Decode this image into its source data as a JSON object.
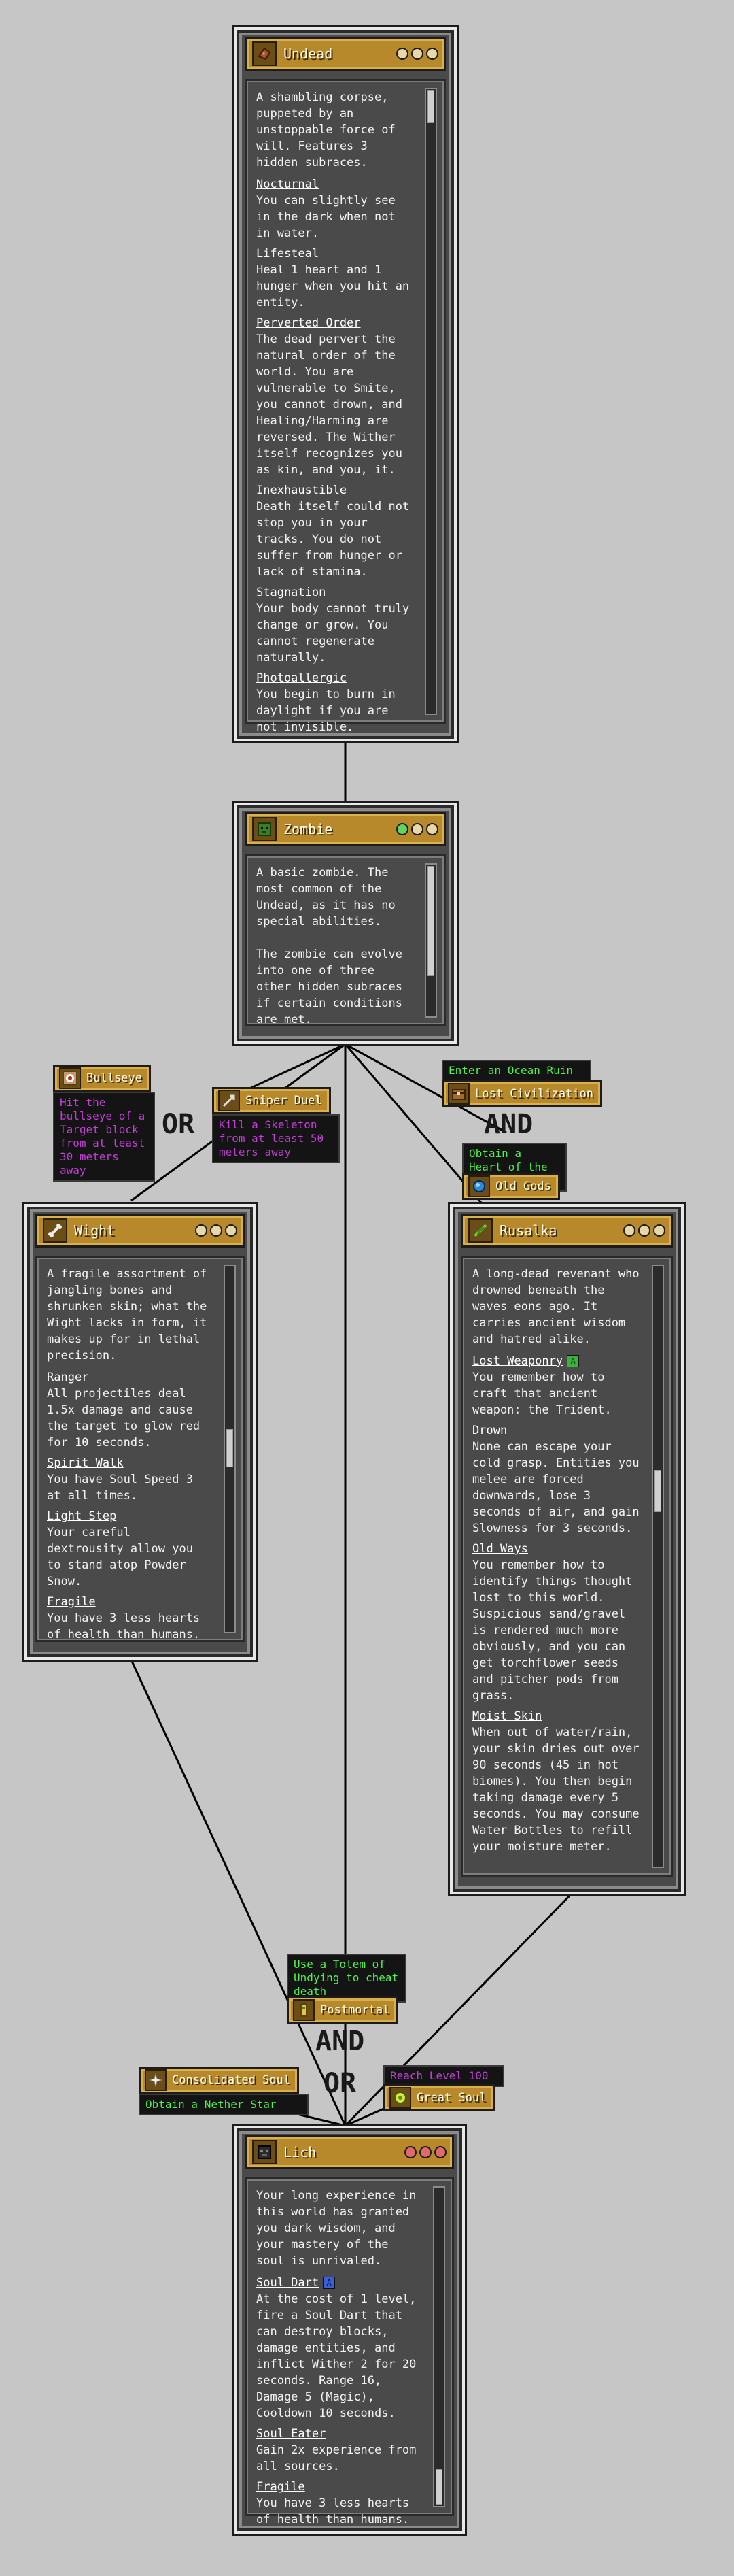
{
  "colors": {
    "header_gold": "#b8892a",
    "card_bg": "#4a4a4a",
    "req_purple": "#c23fd6",
    "req_green": "#4ef04e",
    "tag_green": "#3bb33b",
    "tag_blue": "#3b5fd6"
  },
  "cards": {
    "undead": {
      "title": "Undead",
      "icon": "rotten-flesh-icon",
      "description": "A shambling corpse, puppeted by an unstoppable force of will. Features 3 hidden subraces.",
      "abilities": [
        {
          "name": "Nocturnal",
          "desc": "You can slightly see in the dark when not in water."
        },
        {
          "name": "Lifesteal",
          "desc": "Heal 1 heart and 1 hunger when you hit an entity."
        },
        {
          "name": "Perverted Order",
          "desc": "The dead pervert the natural order of the world. You are vulnerable to Smite, you cannot drown, and Healing/Harming are reversed. The Wither itself recognizes you as kin, and you, it."
        },
        {
          "name": "Inexhaustible",
          "desc": "Death itself could not stop you in your tracks. You do not suffer from hunger or lack of stamina."
        },
        {
          "name": "Stagnation",
          "desc": "Your body cannot truly change or grow. You cannot regenerate naturally."
        },
        {
          "name": "Photoallergic",
          "desc": "You begin to burn in daylight if you are not invisible."
        }
      ]
    },
    "zombie": {
      "title": "Zombie",
      "icon": "zombie-head-icon",
      "paragraphs": [
        "A basic zombie. The most common of the Undead, as it has no special abilities.",
        "The zombie can evolve into one of three other hidden subraces if certain conditions are met."
      ]
    },
    "wight": {
      "title": "Wight",
      "icon": "bone-icon",
      "description": "A fragile assortment of jangling bones and shrunken skin; what the Wight lacks in form, it makes up for in lethal precision.",
      "abilities": [
        {
          "name": "Ranger",
          "desc": "All projectiles deal 1.5x damage and cause the target to glow red for 10 seconds."
        },
        {
          "name": "Spirit Walk",
          "desc": "You have Soul Speed 3 at all times."
        },
        {
          "name": "Light Step",
          "desc": "Your careful dextrousity allow you to stand atop Powder Snow."
        },
        {
          "name": "Fragile",
          "desc": "You have 3 less hearts of health than humans."
        }
      ]
    },
    "rusalka": {
      "title": "Rusalka",
      "icon": "kelp-icon",
      "description": "A long-dead revenant who drowned beneath the waves eons ago. It carries ancient wisdom and hatred alike.",
      "abilities": [
        {
          "name": "Lost Weaponry",
          "tag": "A",
          "desc": "You remember how to craft that ancient weapon: the Trident."
        },
        {
          "name": "Drown",
          "desc": "None can escape your cold grasp. Entities you melee are forced downwards, lose 3 seconds of air, and gain Slowness for 3 seconds."
        },
        {
          "name": "Old Ways",
          "desc": "You remember how to identify things thought lost to this world. Suspicious sand/gravel is rendered much more obviously, and you can get torchflower seeds and pitcher pods from grass."
        },
        {
          "name": "Moist Skin",
          "desc": "When out of water/rain, your skin dries out over 90 seconds (45 in hot biomes). You then begin taking damage every 5 seconds. You may consume Water Bottles to refill your moisture meter."
        }
      ]
    },
    "lich": {
      "title": "Lich",
      "icon": "wither-skull-icon",
      "description": "Your long experience in this world has granted you dark wisdom, and your mastery of the soul is unrivaled.",
      "abilities": [
        {
          "name": "Soul Dart",
          "tag": "A",
          "desc": "At the cost of 1 level, fire a Soul Dart that can destroy blocks, damage entities, and inflict Wither 2 for 20 seconds. Range 16, Damage 5 (Magic), Cooldown 10 seconds."
        },
        {
          "name": "Soul Eater",
          "desc": "Gain 2x experience from all sources."
        },
        {
          "name": "Fragile",
          "desc": "You have 3 less hearts of health than humans."
        }
      ]
    }
  },
  "requirements": {
    "bullseye": {
      "label": "Bullseye",
      "icon": "target-block-icon",
      "text": "Hit the bullseye of a Target block from at least 30 meters away",
      "color": "purple"
    },
    "sniper_duel": {
      "label": "Sniper Duel",
      "icon": "arrow-icon",
      "text": "Kill a Skeleton from at least 50 meters away",
      "color": "purple"
    },
    "lost_civilization": {
      "label": "Lost Civilization",
      "icon": "chest-icon",
      "text": "Enter an Ocean Ruin",
      "color": "green"
    },
    "old_gods": {
      "label": "Old Gods",
      "icon": "heart-of-the-sea-icon",
      "text": "Obtain a Heart of the Sea",
      "color": "green"
    },
    "postmortal": {
      "label": "Postmortal",
      "icon": "totem-icon",
      "text": "Use a Totem of Undying to cheat death",
      "color": "green"
    },
    "consolidated_soul": {
      "label": "Consolidated Soul",
      "icon": "nether-star-icon",
      "text": "Obtain a Nether Star",
      "color": "green"
    },
    "great_soul": {
      "label": "Great Soul",
      "icon": "experience-orb-icon",
      "text": "Reach Level 100",
      "color": "purple"
    }
  },
  "operators": {
    "wight_or": "OR",
    "rusalka_and": "AND",
    "lich_and": "AND",
    "lich_or": "OR"
  }
}
